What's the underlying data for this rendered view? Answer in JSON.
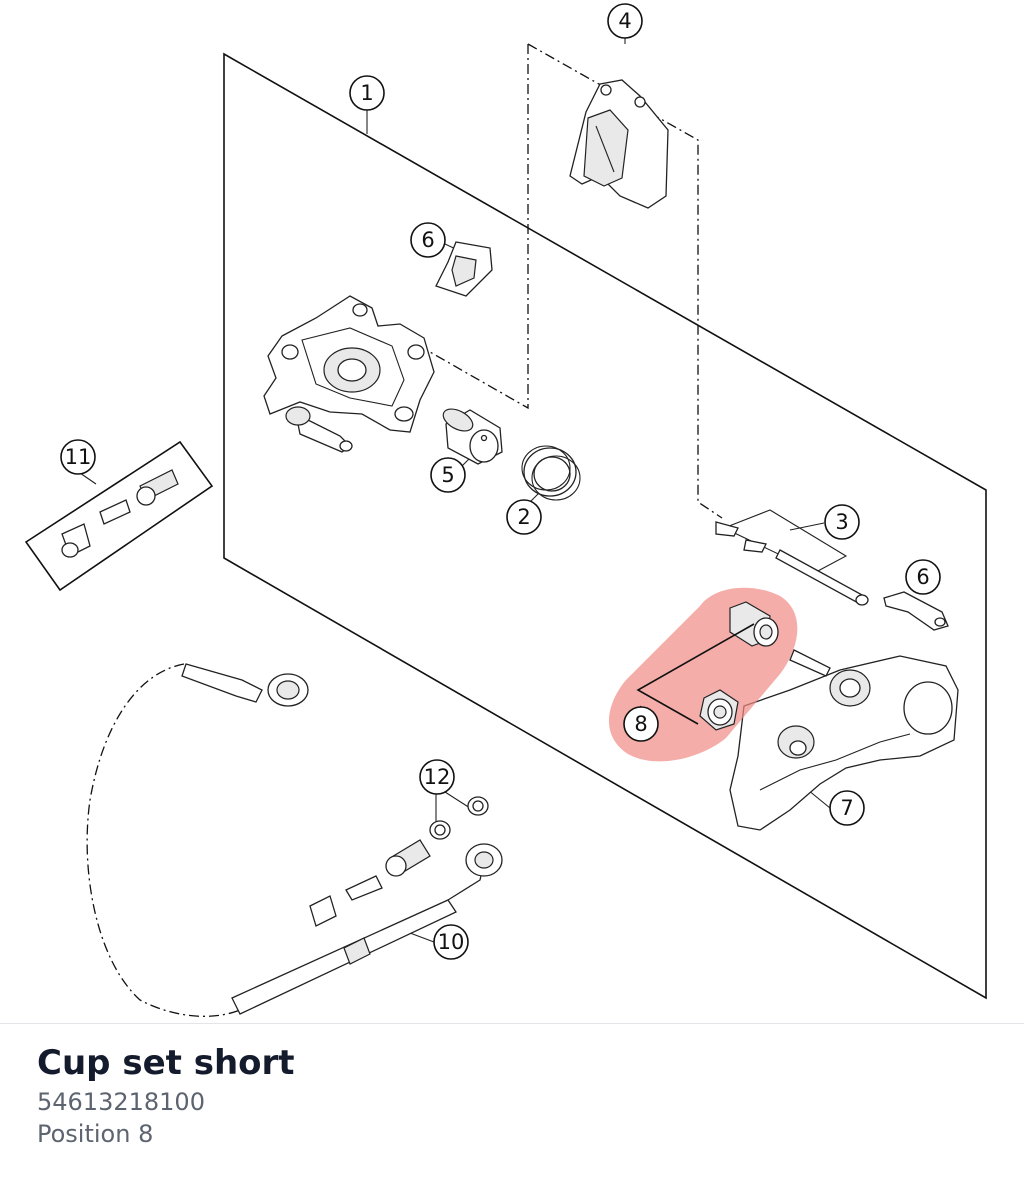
{
  "callouts": [
    {
      "id": "1",
      "label": "1"
    },
    {
      "id": "2",
      "label": "2"
    },
    {
      "id": "3",
      "label": "3"
    },
    {
      "id": "4",
      "label": "4"
    },
    {
      "id": "5",
      "label": "5"
    },
    {
      "id": "6a",
      "label": "6"
    },
    {
      "id": "6b",
      "label": "6"
    },
    {
      "id": "7",
      "label": "7"
    },
    {
      "id": "8",
      "label": "8"
    },
    {
      "id": "10",
      "label": "10"
    },
    {
      "id": "11",
      "label": "11"
    },
    {
      "id": "12",
      "label": "12"
    }
  ],
  "highlight": {
    "position": "8",
    "color": "#f08a84"
  },
  "part": {
    "name": "Cup set short",
    "number": "54613218100",
    "position_text": "Position 8"
  }
}
